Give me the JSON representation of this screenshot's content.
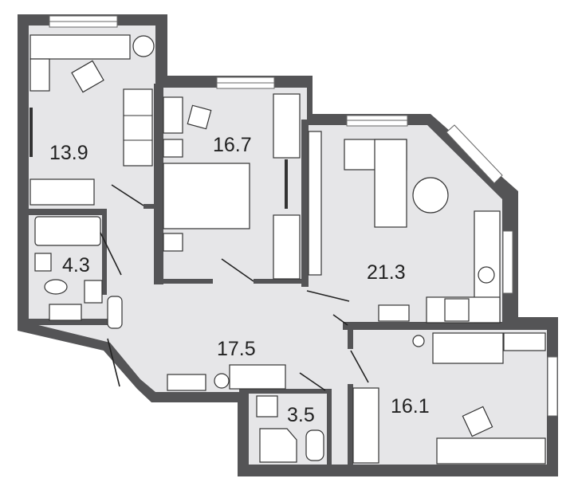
{
  "plan": {
    "colors": {
      "wall": "#545456",
      "floor": "#e6e6e8",
      "furniture": "#ffffff"
    },
    "rooms": [
      {
        "id": "room-left",
        "area": "13.9"
      },
      {
        "id": "bedroom",
        "area": "16.7"
      },
      {
        "id": "living-kitchen",
        "area": "21.3"
      },
      {
        "id": "bathroom-large",
        "area": "4.3"
      },
      {
        "id": "hallway",
        "area": "17.5"
      },
      {
        "id": "bathroom-small",
        "area": "3.5"
      },
      {
        "id": "room-right",
        "area": "16.1"
      }
    ]
  }
}
